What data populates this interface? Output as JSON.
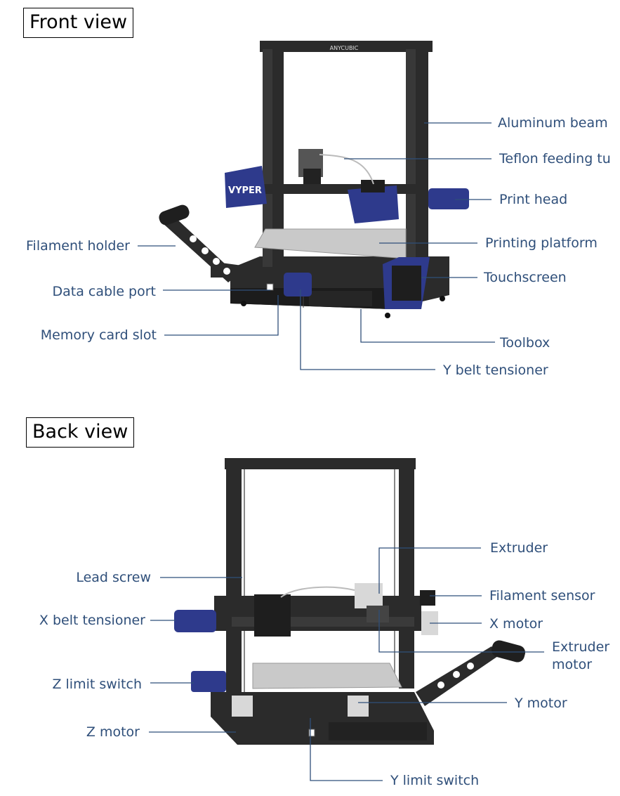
{
  "colors": {
    "label": "#2f4f7a",
    "leader": "#2f4f7a",
    "frame": "#2b2b2b",
    "accent": "#2e3a8c",
    "bed": "#c9c9c9"
  },
  "front_view": {
    "title": "Front view",
    "brand": "ANYCUBIC",
    "model": "VYPER",
    "labels": {
      "aluminum_beam": "Aluminum beam",
      "teflon_tube": "Teflon feeding tu",
      "print_head": "Print head",
      "filament_holder": "Filament holder",
      "printing_platform": "Printing platform",
      "data_cable_port": "Data cable port",
      "touchscreen": "Touchscreen",
      "memory_card_slot": "Memory card slot",
      "toolbox": "Toolbox",
      "y_belt_tensioner": "Y belt tensioner"
    }
  },
  "back_view": {
    "title": "Back view",
    "labels": {
      "extruder": "Extruder",
      "lead_screw": "Lead screw",
      "filament_sensor": "Filament sensor",
      "x_belt_tensioner": "X belt tensioner",
      "x_motor": "X motor",
      "extruder_motor_1": "Extruder",
      "extruder_motor_2": "motor",
      "z_limit_switch": "Z limit switch",
      "y_motor": "Y motor",
      "z_motor": "Z motor",
      "y_limit_switch": "Y limit switch"
    }
  }
}
